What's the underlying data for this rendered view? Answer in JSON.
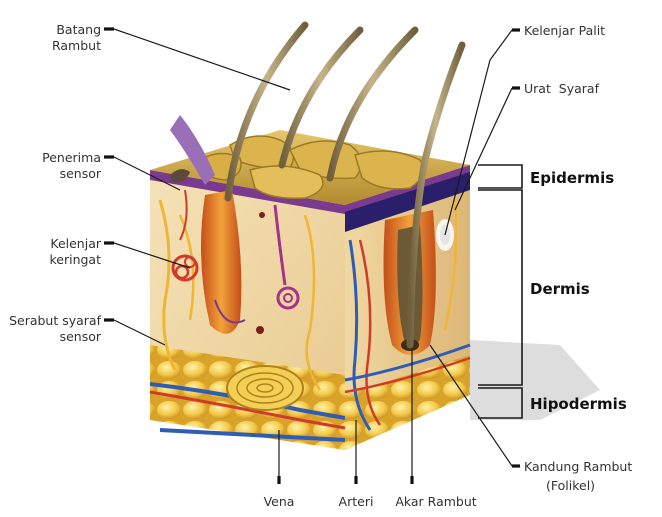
{
  "labels": {
    "hair_shaft_1": "Batang",
    "hair_shaft_2": "Rambut",
    "sensor_receptor_1": "Penerima",
    "sensor_receptor_2": "sensor",
    "sweat_gland_1": "Kelenjar",
    "sweat_gland_2": "keringat",
    "sensory_nerve_1": "Serabut syaraf",
    "sensory_nerve_2": "sensor",
    "vein": "Vena",
    "artery": "Arteri",
    "hair_root": "Akar Rambut",
    "follicle_1": "Kandung Rambut",
    "follicle_2": "(Folikel)",
    "sebaceous_gland": "Kelenjar Palit",
    "nerve": "Urat  Syaraf"
  },
  "layers": {
    "epidermis": "Epidermis",
    "dermis": "Dermis",
    "hypodermis": "Hipodermis"
  },
  "colors": {
    "dermis": "#f1d9a8",
    "fat": "#f2c84a",
    "hair": "#9c8a62",
    "vein": "#2f5db5",
    "artery": "#d13a2a",
    "pigment": "#7a3b8f",
    "root": "#e8742a"
  }
}
